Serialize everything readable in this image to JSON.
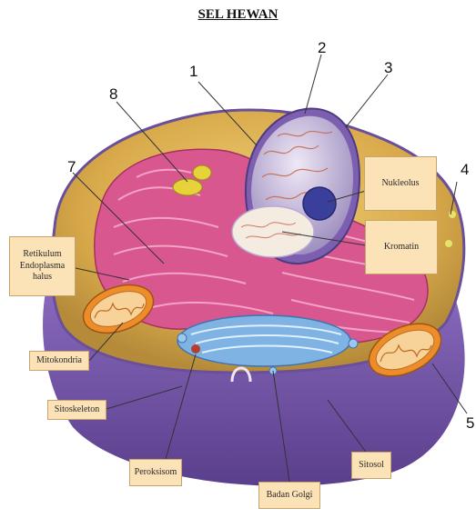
{
  "title": "SEL HEWAN",
  "numbers": {
    "n1": "1",
    "n2": "2",
    "n3": "3",
    "n4": "4",
    "n5": "5",
    "n7": "7",
    "n8": "8"
  },
  "labels": {
    "retikulum": "Retikulum\nEndoplasma\nhalus",
    "mitokondria": "Mitokondria",
    "sitoskeleton": "Sitoskeleton",
    "peroksisom": "Peroksisom",
    "badan_golgi": "Badan Golgi",
    "sitosol": "Sitosol",
    "nukleolus": "Nukleolus",
    "kromatin": "Kromatin"
  },
  "colors": {
    "membrane": "#6a4f9a",
    "cytoplasm": "#e9c46a",
    "er": "#d84f87",
    "golgi": "#6fa7dc",
    "nucleus": "#d9d2e6",
    "nucleolus": "#3c3f9e",
    "mitochondria": "#e98a2a",
    "label_box": "#fbe2b7"
  }
}
